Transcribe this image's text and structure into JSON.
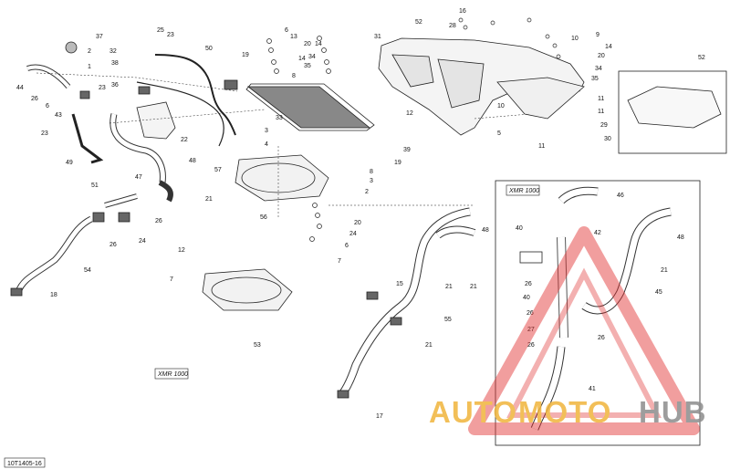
{
  "diagram": {
    "callouts": [
      "1",
      "2",
      "3",
      "4",
      "5",
      "6",
      "7",
      "8",
      "9",
      "10",
      "11",
      "12",
      "13",
      "14",
      "15",
      "16",
      "17",
      "18",
      "19",
      "20",
      "21",
      "22",
      "23",
      "24",
      "25",
      "26",
      "27",
      "28",
      "29",
      "30",
      "31",
      "32",
      "33",
      "34",
      "35",
      "36",
      "37",
      "38",
      "39",
      "40",
      "41",
      "42",
      "43",
      "44",
      "45",
      "46",
      "47",
      "48",
      "49",
      "50",
      "51",
      "52",
      "53",
      "54",
      "55",
      "56",
      "57"
    ],
    "variant_note_main": "XMR 1000",
    "variant_note_inset": "XMR 1000",
    "reference_code": "10T1405-16"
  },
  "watermark": {
    "brand_part1": "AUTO",
    "brand_part2": "MOTO",
    "brand_part3": "HUB",
    "colors": {
      "orange": "#f0b43c",
      "gray": "#8c8c8c",
      "red": "#e03030"
    }
  }
}
